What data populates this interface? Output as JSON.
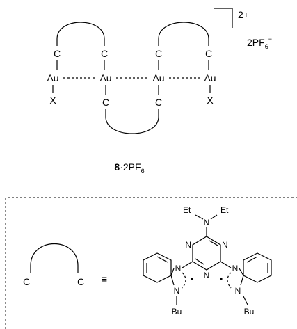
{
  "top": {
    "charge": "2+",
    "counterion_main": "2PF",
    "counterion_sub": "6",
    "counterion_sup": "−",
    "gold": [
      "Au",
      "Au",
      "Au",
      "Au"
    ],
    "carbon": "C",
    "terminal": [
      "X",
      "X"
    ]
  },
  "compound": {
    "number": "8",
    "rest": "·2PF",
    "sub": "6"
  },
  "legend": {
    "left_c": "C",
    "right_c": "C",
    "equiv": "≡",
    "n_label": "N",
    "et_left": "Et",
    "et_right": "Et",
    "bu_left": "Bu",
    "bu_right": "Bu"
  }
}
